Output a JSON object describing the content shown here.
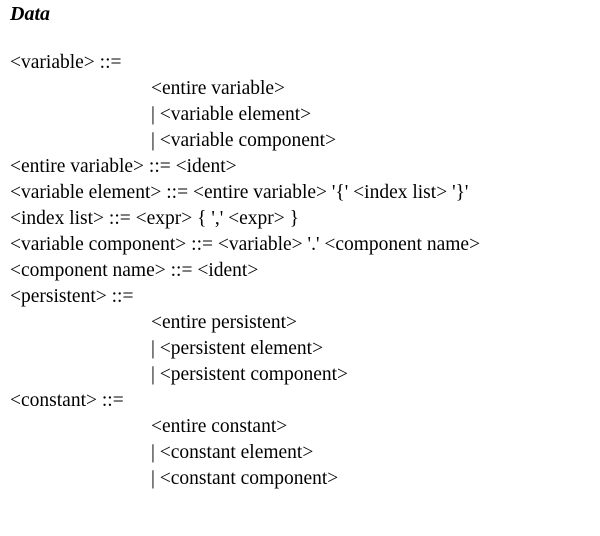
{
  "heading": "Data",
  "lines": [
    {
      "text": "<variable> ::=",
      "indent": false
    },
    {
      "text": "<entire variable>",
      "indent": true
    },
    {
      "text": "| <variable element>",
      "indent": true
    },
    {
      "text": "| <variable component>",
      "indent": true
    },
    {
      "text": "<entire variable> ::= <ident>",
      "indent": false
    },
    {
      "text": "<variable element> ::= <entire variable> '{' <index list> '}'",
      "indent": false
    },
    {
      "text": "<index list> ::= <expr> { ',' <expr> }",
      "indent": false
    },
    {
      "text": "<variable component> ::= <variable> '.' <component name>",
      "indent": false
    },
    {
      "text": "<component name> ::= <ident>",
      "indent": false
    },
    {
      "text": "<persistent> ::=",
      "indent": false
    },
    {
      "text": "<entire persistent>",
      "indent": true
    },
    {
      "text": "| <persistent element>",
      "indent": true
    },
    {
      "text": "| <persistent component>",
      "indent": true
    },
    {
      "text": "<constant> ::=",
      "indent": false
    },
    {
      "text": "<entire constant>",
      "indent": true
    },
    {
      "text": "| <constant element>",
      "indent": true
    },
    {
      "text": "| <constant component>",
      "indent": true
    }
  ]
}
